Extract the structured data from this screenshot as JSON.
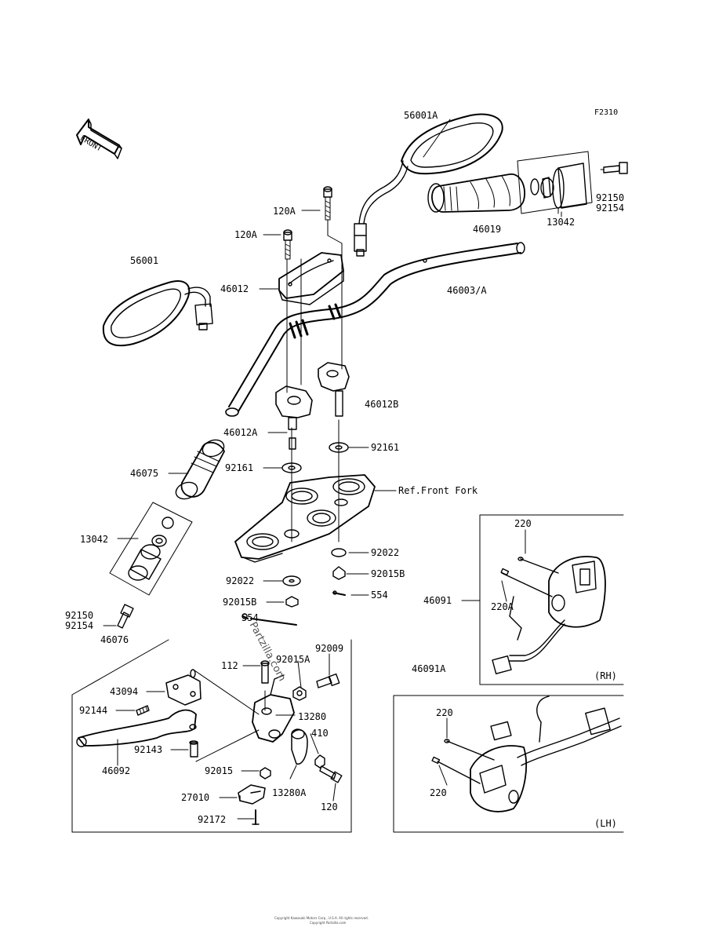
{
  "figure_code": "F2310",
  "front_label": "FRONT",
  "ref_label": "Ref.Front Fork",
  "rh_label": "(RH)",
  "lh_label": "(LH)",
  "watermark": "Partzilla.com",
  "copyright_line1": "Copyright Kawasaki Motors Corp., U.S.A. All rights reserved.",
  "copyright_line2": "Copyright Partzilla.com",
  "parts": {
    "p56001A": "56001A",
    "p120A_a": "120A",
    "p120A_b": "120A",
    "p56001": "56001",
    "p46012": "46012",
    "p46019": "46019",
    "p92150_top": "92150",
    "p92154_top": "92154",
    "p13042_top": "13042",
    "p46003A": "46003/A",
    "p46012B": "46012B",
    "p46012A": "46012A",
    "p92161_a": "92161",
    "p92161_b": "92161",
    "p46075": "46075",
    "p13042_bot": "13042",
    "p92022_a": "92022",
    "p92022_b": "92022",
    "p92015B_a": "92015B",
    "p92015B_b": "92015B",
    "p554_a": "554",
    "p554_b": "554",
    "p92150_bot": "92150",
    "p92154_bot": "92154",
    "p46076": "46076",
    "p92009": "92009",
    "p92015A": "92015A",
    "p112": "112",
    "p43094": "43094",
    "p13280": "13280",
    "p92144": "92144",
    "p410": "410",
    "p92143": "92143",
    "p46092": "46092",
    "p92015": "92015",
    "p27010": "27010",
    "p13280A": "13280A",
    "p120": "120",
    "p92172": "92172",
    "p220_rh": "220",
    "p220A": "220A",
    "p46091": "46091",
    "p46091A": "46091A",
    "p220_lh_a": "220",
    "p220_lh_b": "220"
  }
}
